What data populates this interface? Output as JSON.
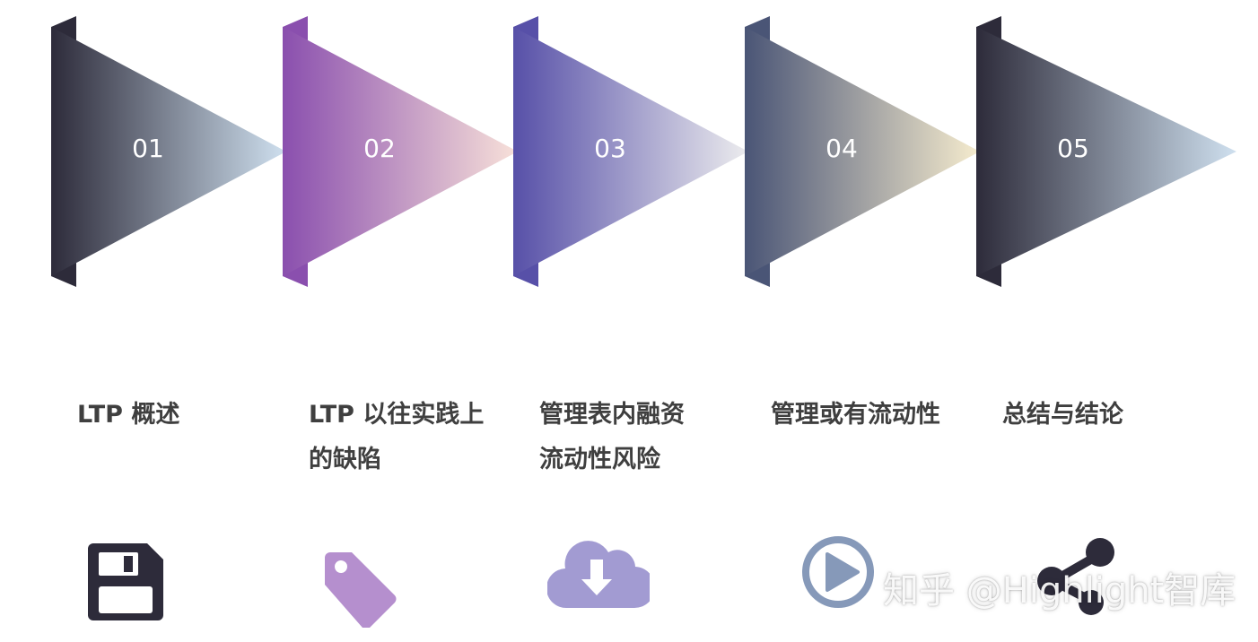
{
  "steps": [
    {
      "number": "01",
      "title": "LTP 概述",
      "icon": "floppy-disk-icon",
      "colors": {
        "dark": "#2d2b3a",
        "light": "#cfe0ef"
      },
      "icon_color": "#2d2b3a"
    },
    {
      "number": "02",
      "title": "LTP 以往实践上\n的缺陷",
      "icon": "tag-icon",
      "colors": {
        "dark": "#8a4fae",
        "light": "#f8e1d9"
      },
      "icon_color": "#b58fce"
    },
    {
      "number": "03",
      "title": "管理表内融资\n流动性风险",
      "icon": "cloud-download-icon",
      "colors": {
        "dark": "#5750a8",
        "light": "#ececee"
      },
      "icon_color": "#a29bd2"
    },
    {
      "number": "04",
      "title": "管理或有流动性",
      "icon": "play-circle-icon",
      "colors": {
        "dark": "#4a5576",
        "light": "#f6ecce"
      },
      "icon_color": "#8699b9"
    },
    {
      "number": "05",
      "title": "总结与结论",
      "icon": "share-icon",
      "colors": {
        "dark": "#2d2b3a",
        "light": "#cfe0ef"
      },
      "icon_color": "#2d2b3a"
    }
  ],
  "watermark": "知乎 @Highlight智库"
}
